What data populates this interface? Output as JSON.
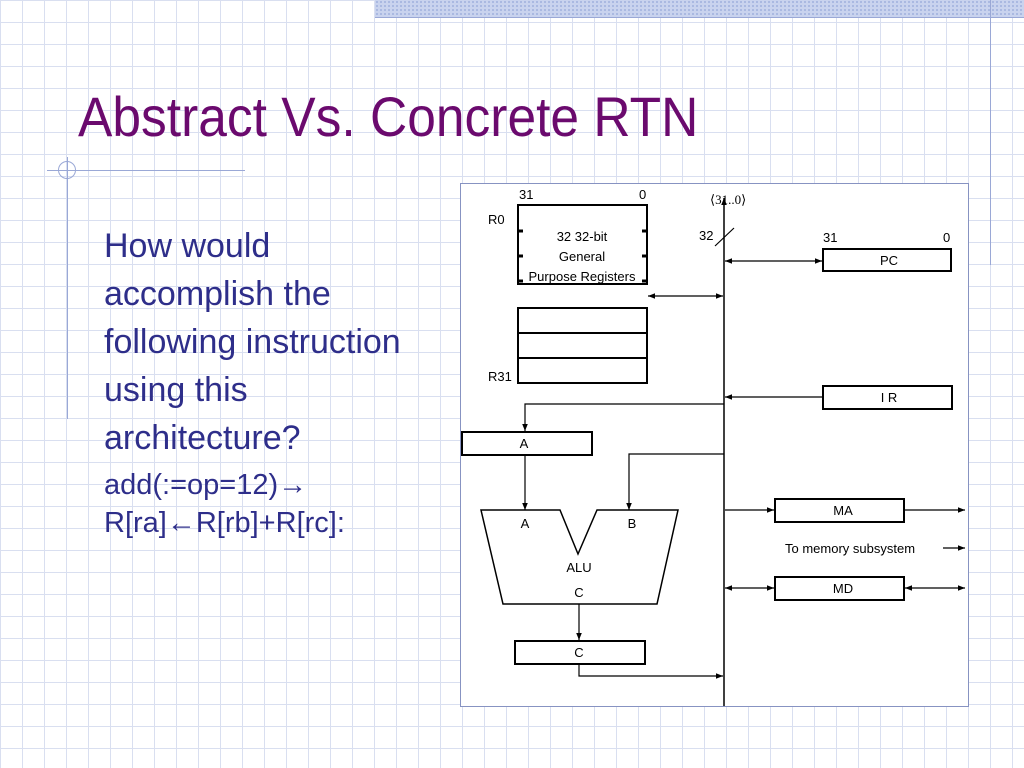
{
  "slide": {
    "title": "Abstract Vs. Concrete RTN",
    "question": "How would accomplish the following instruction using this architecture?",
    "instruction_line1": "add(:=op=12)→",
    "instruction_line2": "R[ra]←R[rb]+R[rc]:"
  },
  "diagram": {
    "regfile": {
      "bit_high": "31",
      "bit_low": "0",
      "first_reg": "R0",
      "last_reg": "R31",
      "line1": "32 32-bit",
      "line2": "General",
      "line3": "Purpose Registers"
    },
    "bus": {
      "range": "⟨31..0⟩",
      "width": "32"
    },
    "pc": {
      "label": "PC",
      "bit_high": "31",
      "bit_low": "0"
    },
    "ir": {
      "label": "I R"
    },
    "reg_a": {
      "label": "A"
    },
    "alu": {
      "label": "ALU",
      "in_a": "A",
      "in_b": "B",
      "out_c": "C"
    },
    "reg_c": {
      "label": "C"
    },
    "ma": {
      "label": "MA"
    },
    "md": {
      "label": "MD"
    },
    "memory_label": "To memory subsystem"
  }
}
